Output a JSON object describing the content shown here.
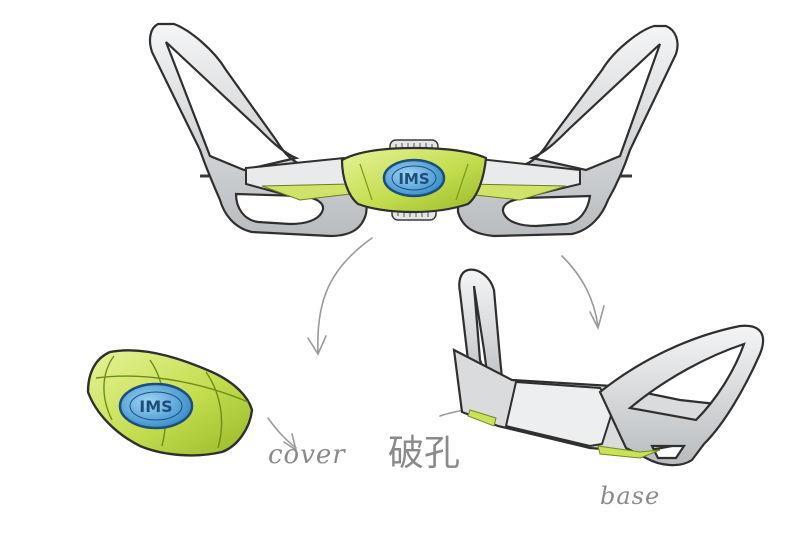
{
  "labels": {
    "cover": "cover",
    "hole": "破孔",
    "base": "base"
  },
  "logo": {
    "text": "IMS"
  },
  "colors": {
    "lime": "#c9e25a",
    "lime_dark": "#8fb22a",
    "frame": "#d4d6d8",
    "outline": "#2f2f2f",
    "logo_blue": "#3e9ad8",
    "logo_ring": "#1d4e7a",
    "arrow": "#9a9a9a"
  }
}
